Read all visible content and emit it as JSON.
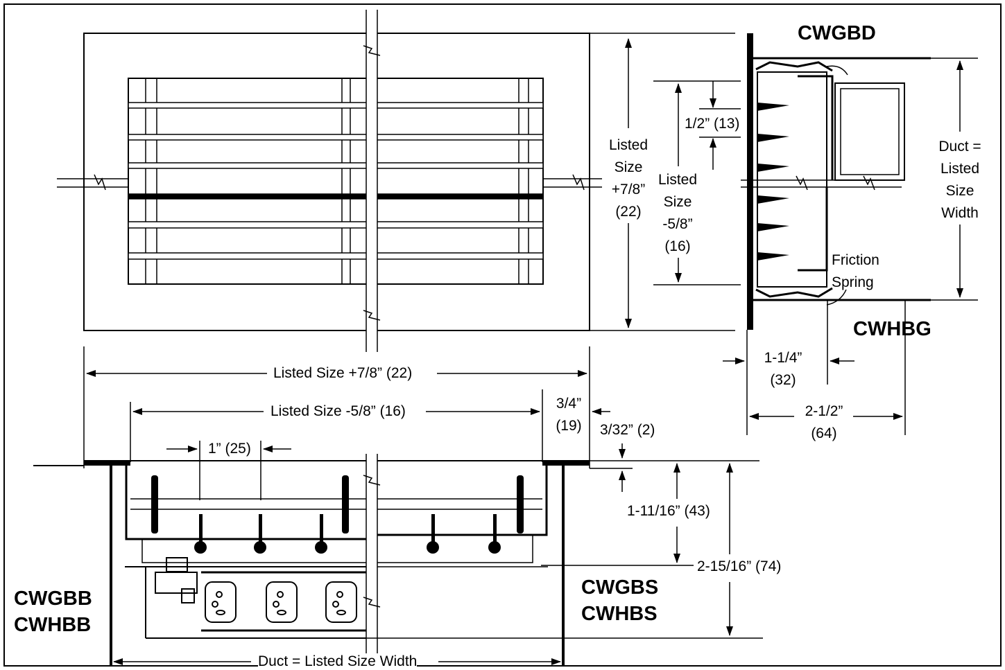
{
  "models": {
    "cwgbd": "CWGBD",
    "cwhbg": "CWHBG",
    "cwgbb": "CWGBB",
    "cwhbb": "CWHBB",
    "cwgbs": "CWGBS",
    "cwhbs": "CWHBS"
  },
  "dimensions": {
    "front_height_1": "Listed",
    "front_height_2": "Size",
    "front_height_3": "+7/8”",
    "front_height_4": "(22)",
    "side_blade_1": "Listed",
    "side_blade_2": "Size",
    "side_blade_3": "-5/8”",
    "side_blade_4": "(16)",
    "half_inch": "1/2” (13)",
    "duct_1": "Duct =",
    "duct_2": "Listed",
    "duct_3": "Size",
    "duct_4": "Width",
    "friction_1": "Friction",
    "friction_2": "Spring",
    "one_quarter_1": "1-1/4”",
    "one_quarter_2": "(32)",
    "two_half_1": "2-1/2”",
    "two_half_2": "(64)",
    "overall_width": "Listed Size +7/8” (22)",
    "blade_width": "Listed Size -5/8” (16)",
    "three_quarter_1": "3/4”",
    "three_quarter_2": "(19)",
    "three_32": "3/32” (2)",
    "one_inch": "1” (25)",
    "depth_1_11_16": "1-11/16” (43)",
    "depth_2_15_16": "2-15/16” (74)",
    "duct_width": "Duct = Listed Size Width"
  }
}
